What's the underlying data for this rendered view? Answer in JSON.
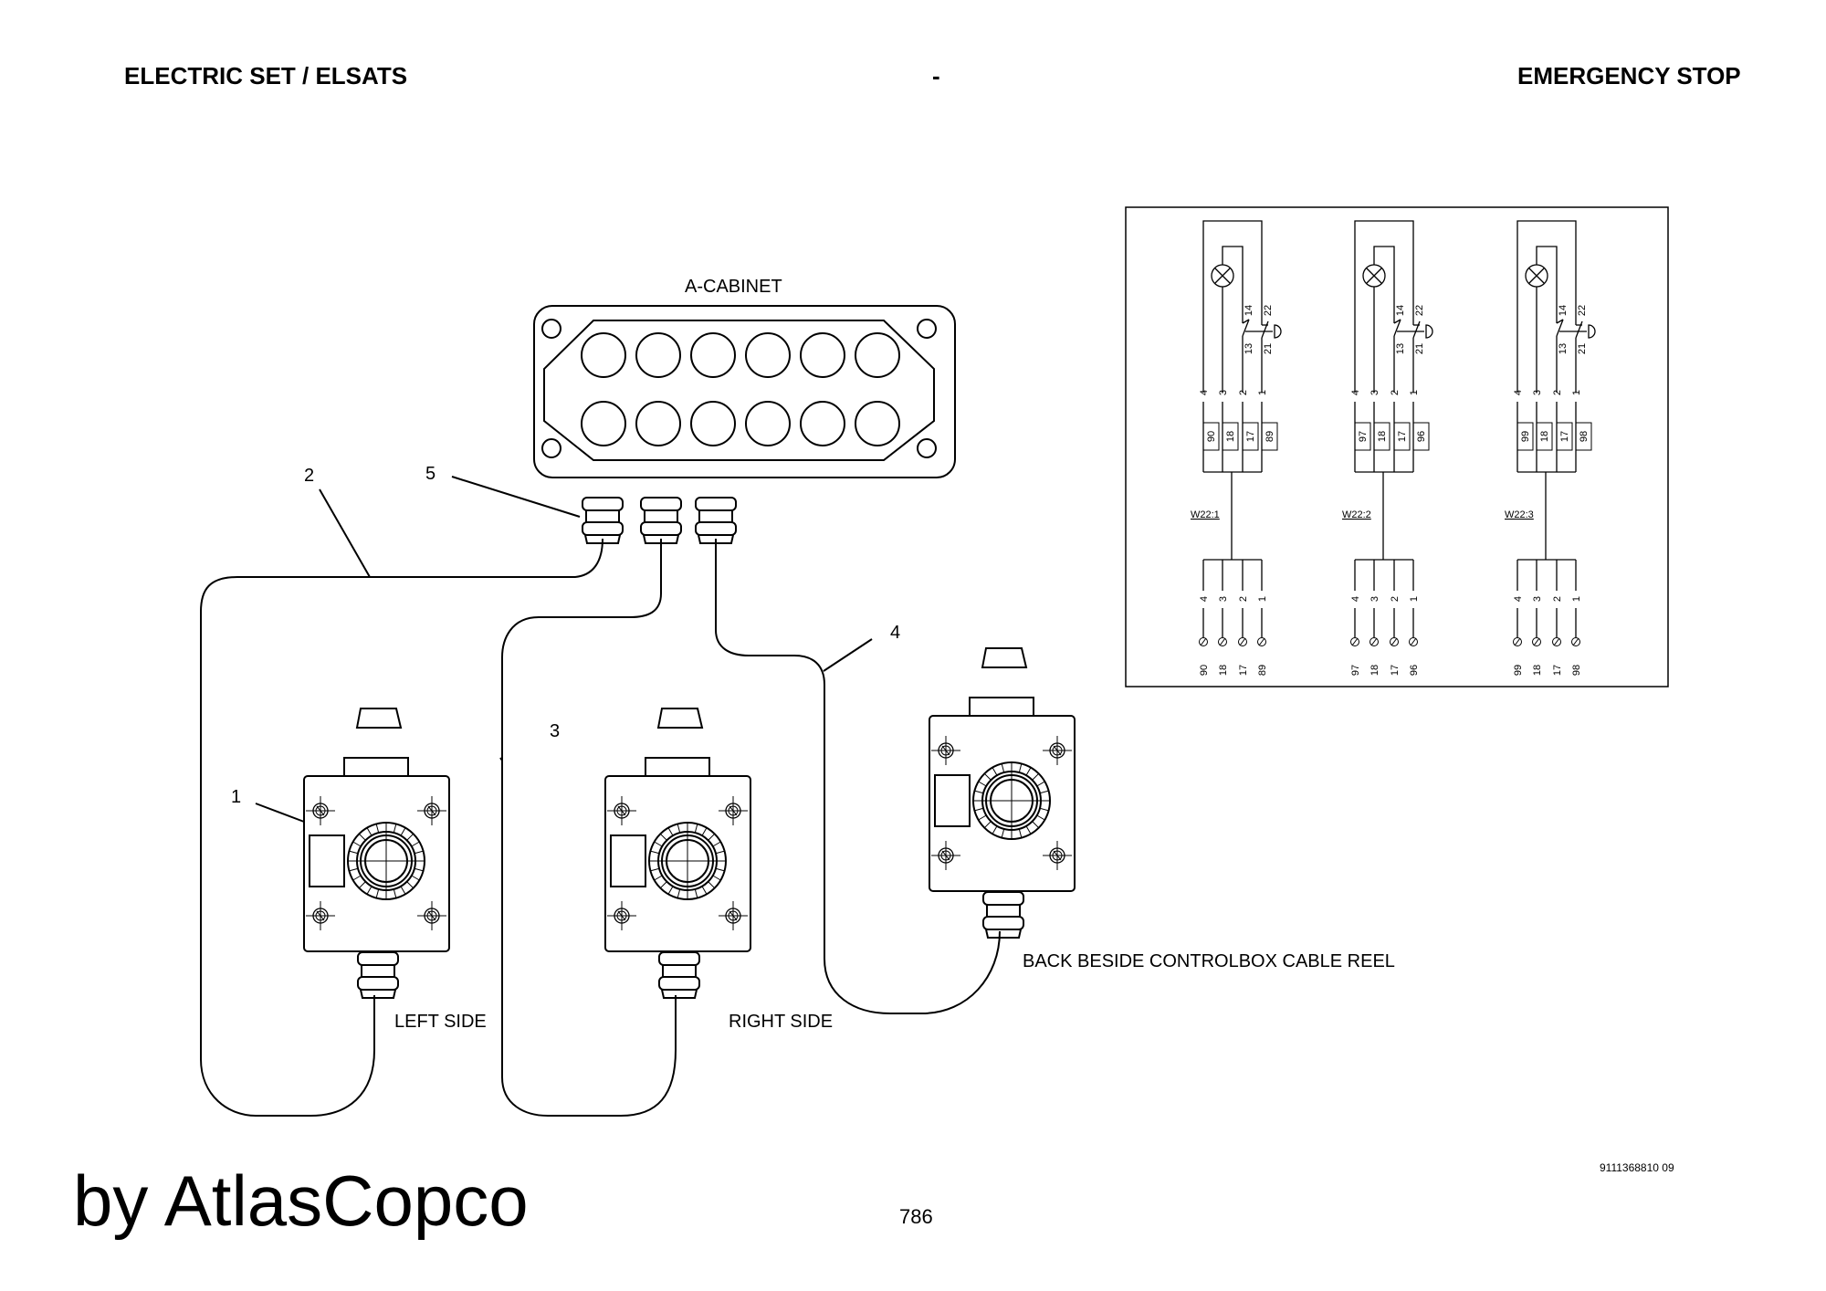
{
  "header": {
    "left": "ELECTRIC SET / ELSATS",
    "center": "-",
    "right": "EMERGENCY STOP"
  },
  "labels": {
    "cabinet": "A-CABINET",
    "left_side": "LEFT SIDE",
    "right_side": "RIGHT SIDE",
    "back": "BACK  BESIDE CONTROLBOX CABLE REEL"
  },
  "callouts": [
    "1",
    "2",
    "3",
    "4",
    "5"
  ],
  "schematic": {
    "circuits": [
      {
        "cable": "W22:1",
        "pins": [
          "4",
          "3",
          "2",
          "1"
        ],
        "terminals": [
          "90",
          "18",
          "17",
          "89"
        ],
        "contacts": [
          "14",
          "22",
          "13",
          "21"
        ]
      },
      {
        "cable": "W22:2",
        "pins": [
          "4",
          "3",
          "2",
          "1"
        ],
        "terminals": [
          "97",
          "18",
          "17",
          "96"
        ],
        "contacts": [
          "14",
          "22",
          "13",
          "21"
        ]
      },
      {
        "cable": "W22:3",
        "pins": [
          "4",
          "3",
          "2",
          "1"
        ],
        "terminals": [
          "99",
          "18",
          "17",
          "98"
        ],
        "contacts": [
          "14",
          "22",
          "13",
          "21"
        ]
      }
    ]
  },
  "footer": {
    "brand": "by AtlasCopco",
    "page_number": "786",
    "doc_number": "9111368810 09"
  }
}
